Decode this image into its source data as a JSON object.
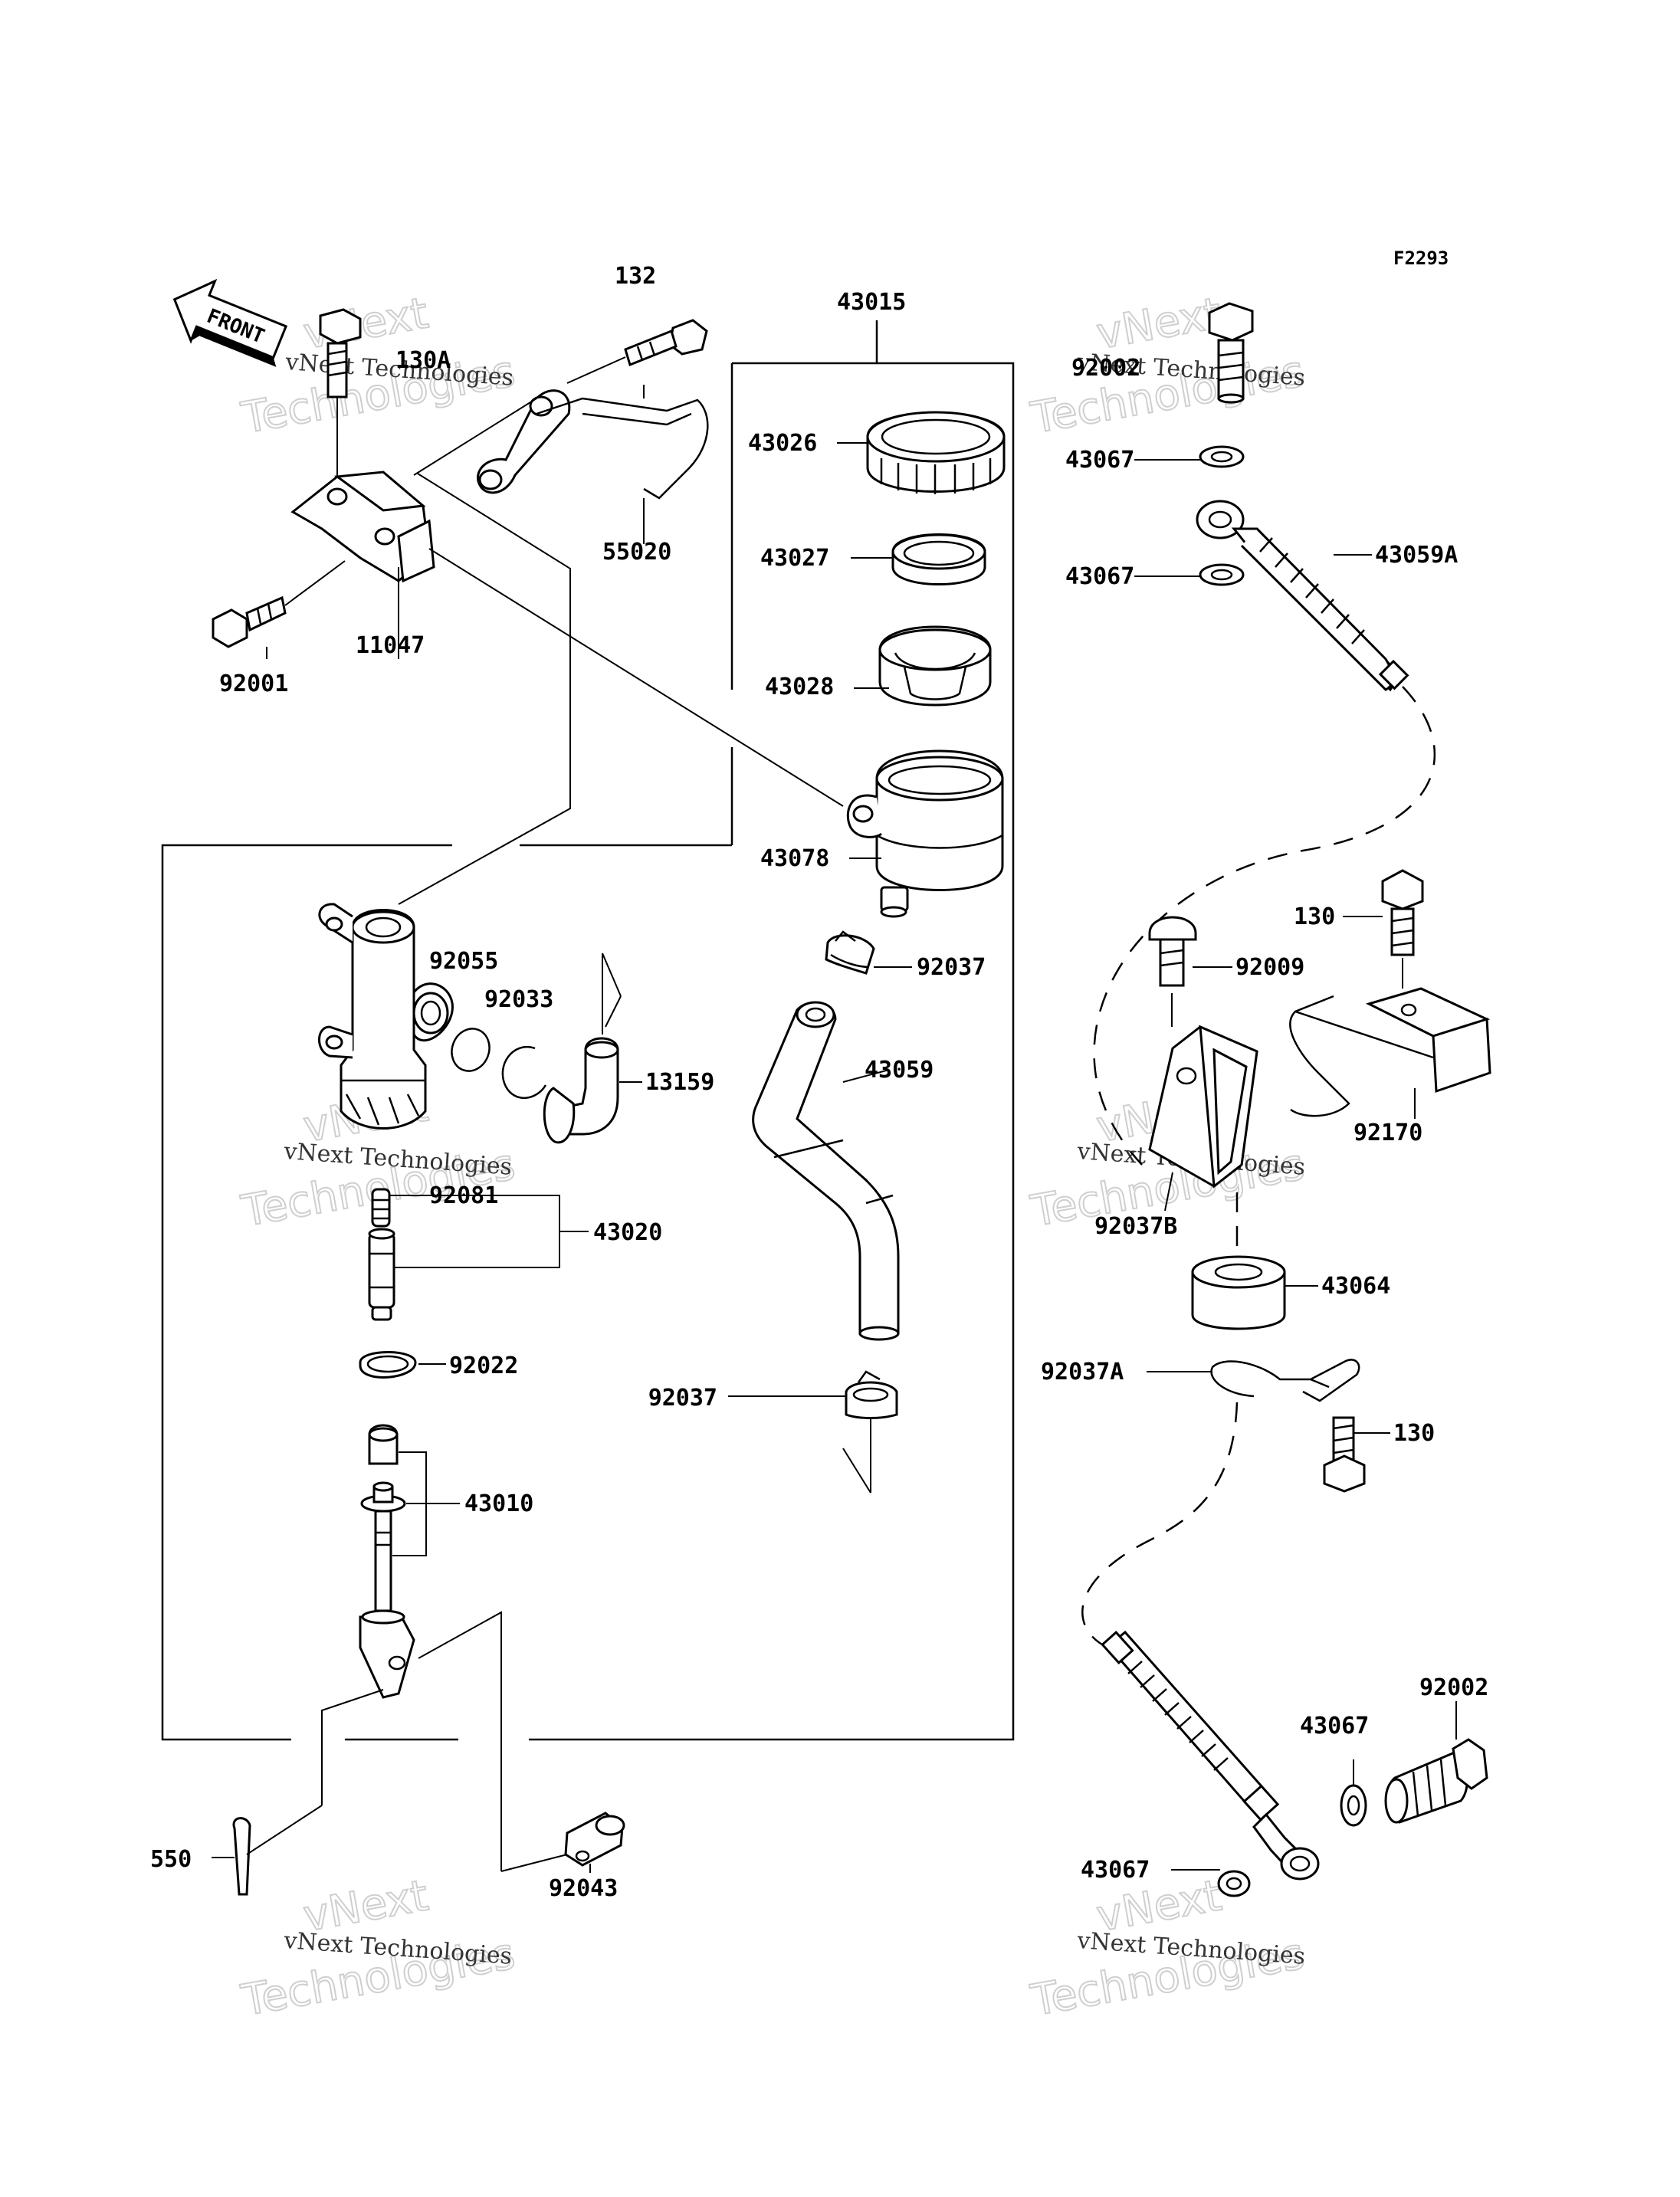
{
  "sheet_code": "F2293",
  "front_label": "FRONT",
  "watermark": {
    "line1": "vNext",
    "line2": "Technologies",
    "caption": "vNext Technologies"
  },
  "labels": {
    "p132": "132",
    "p43015": "43015",
    "p130A": "130A",
    "p55020": "55020",
    "p11047": "11047",
    "p92001": "92001",
    "p43026": "43026",
    "p43027": "43027",
    "p43028": "43028",
    "p43078": "43078",
    "p92055": "92055",
    "p92033": "92033",
    "p13159": "13159",
    "p92037_top": "92037",
    "p43059": "43059",
    "p92081": "92081",
    "p43020": "43020",
    "p92022": "92022",
    "p92037_bot": "92037",
    "p43010": "43010",
    "p550": "550",
    "p92043": "92043",
    "p92002_top": "92002",
    "p43067_a": "43067",
    "p43059A": "43059A",
    "p43067_b": "43067",
    "p130_top": "130",
    "p92009": "92009",
    "p92170": "92170",
    "p92037B": "92037B",
    "p43064": "43064",
    "p92037A": "92037A",
    "p130_bot": "130",
    "p92002_bot": "92002",
    "p43067_c": "43067",
    "p43067_d": "43067"
  }
}
